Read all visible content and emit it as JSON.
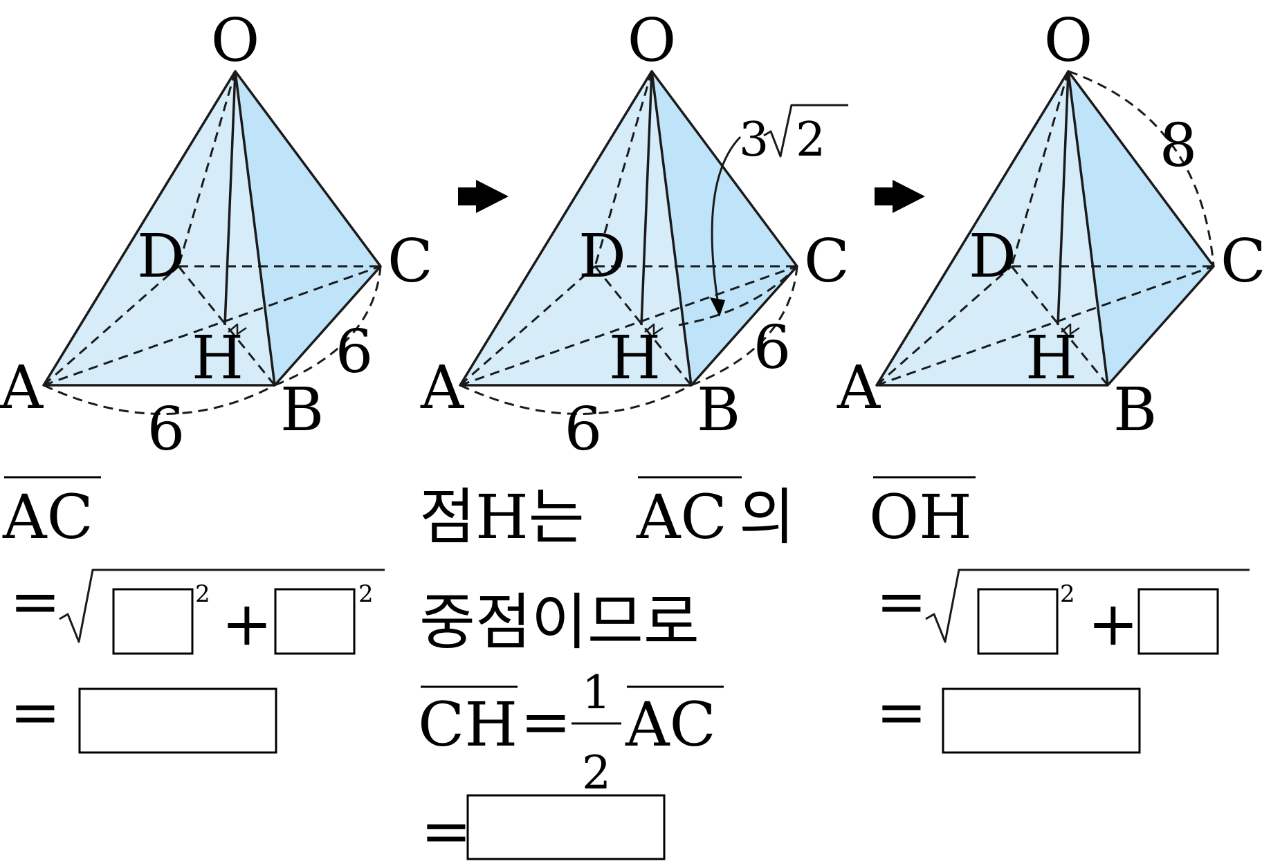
{
  "colors": {
    "face_light": "#d6ecf8",
    "face_dark": "#bfe3f8",
    "stroke": "#1a1a1a"
  },
  "panels": [
    {
      "vertices": {
        "O": "O",
        "A": "A",
        "B": "B",
        "C": "C",
        "D": "D",
        "H": "H"
      },
      "measure_ab": "6",
      "measure_bc": "6"
    },
    {
      "vertices": {
        "O": "O",
        "A": "A",
        "B": "B",
        "C": "C",
        "D": "D",
        "H": "H"
      },
      "measure_ab": "6",
      "measure_bc": "6",
      "measure_ch_coef": "3",
      "measure_ch_rad": "2"
    },
    {
      "vertices": {
        "O": "O",
        "A": "A",
        "B": "B",
        "C": "C",
        "D": "D",
        "H": "H"
      },
      "measure_oc": "8"
    }
  ],
  "arrows": [
    "right-arrow",
    "right-arrow"
  ],
  "work": {
    "col1": {
      "heading": "AC",
      "eq1": "=",
      "eq2": "=",
      "sq": "2"
    },
    "col2": {
      "line1_a": "점H는",
      "line1_seg": "AC",
      "line1_b": "의",
      "line2": "중점이므로",
      "ch": "CH",
      "eq": "=",
      "num": "1",
      "den": "2",
      "ac": "AC",
      "eq2": "="
    },
    "col3": {
      "heading": "OH",
      "eq1": "=",
      "eq2": "=",
      "sq": "2",
      "plus": "+"
    },
    "plus": "+"
  }
}
